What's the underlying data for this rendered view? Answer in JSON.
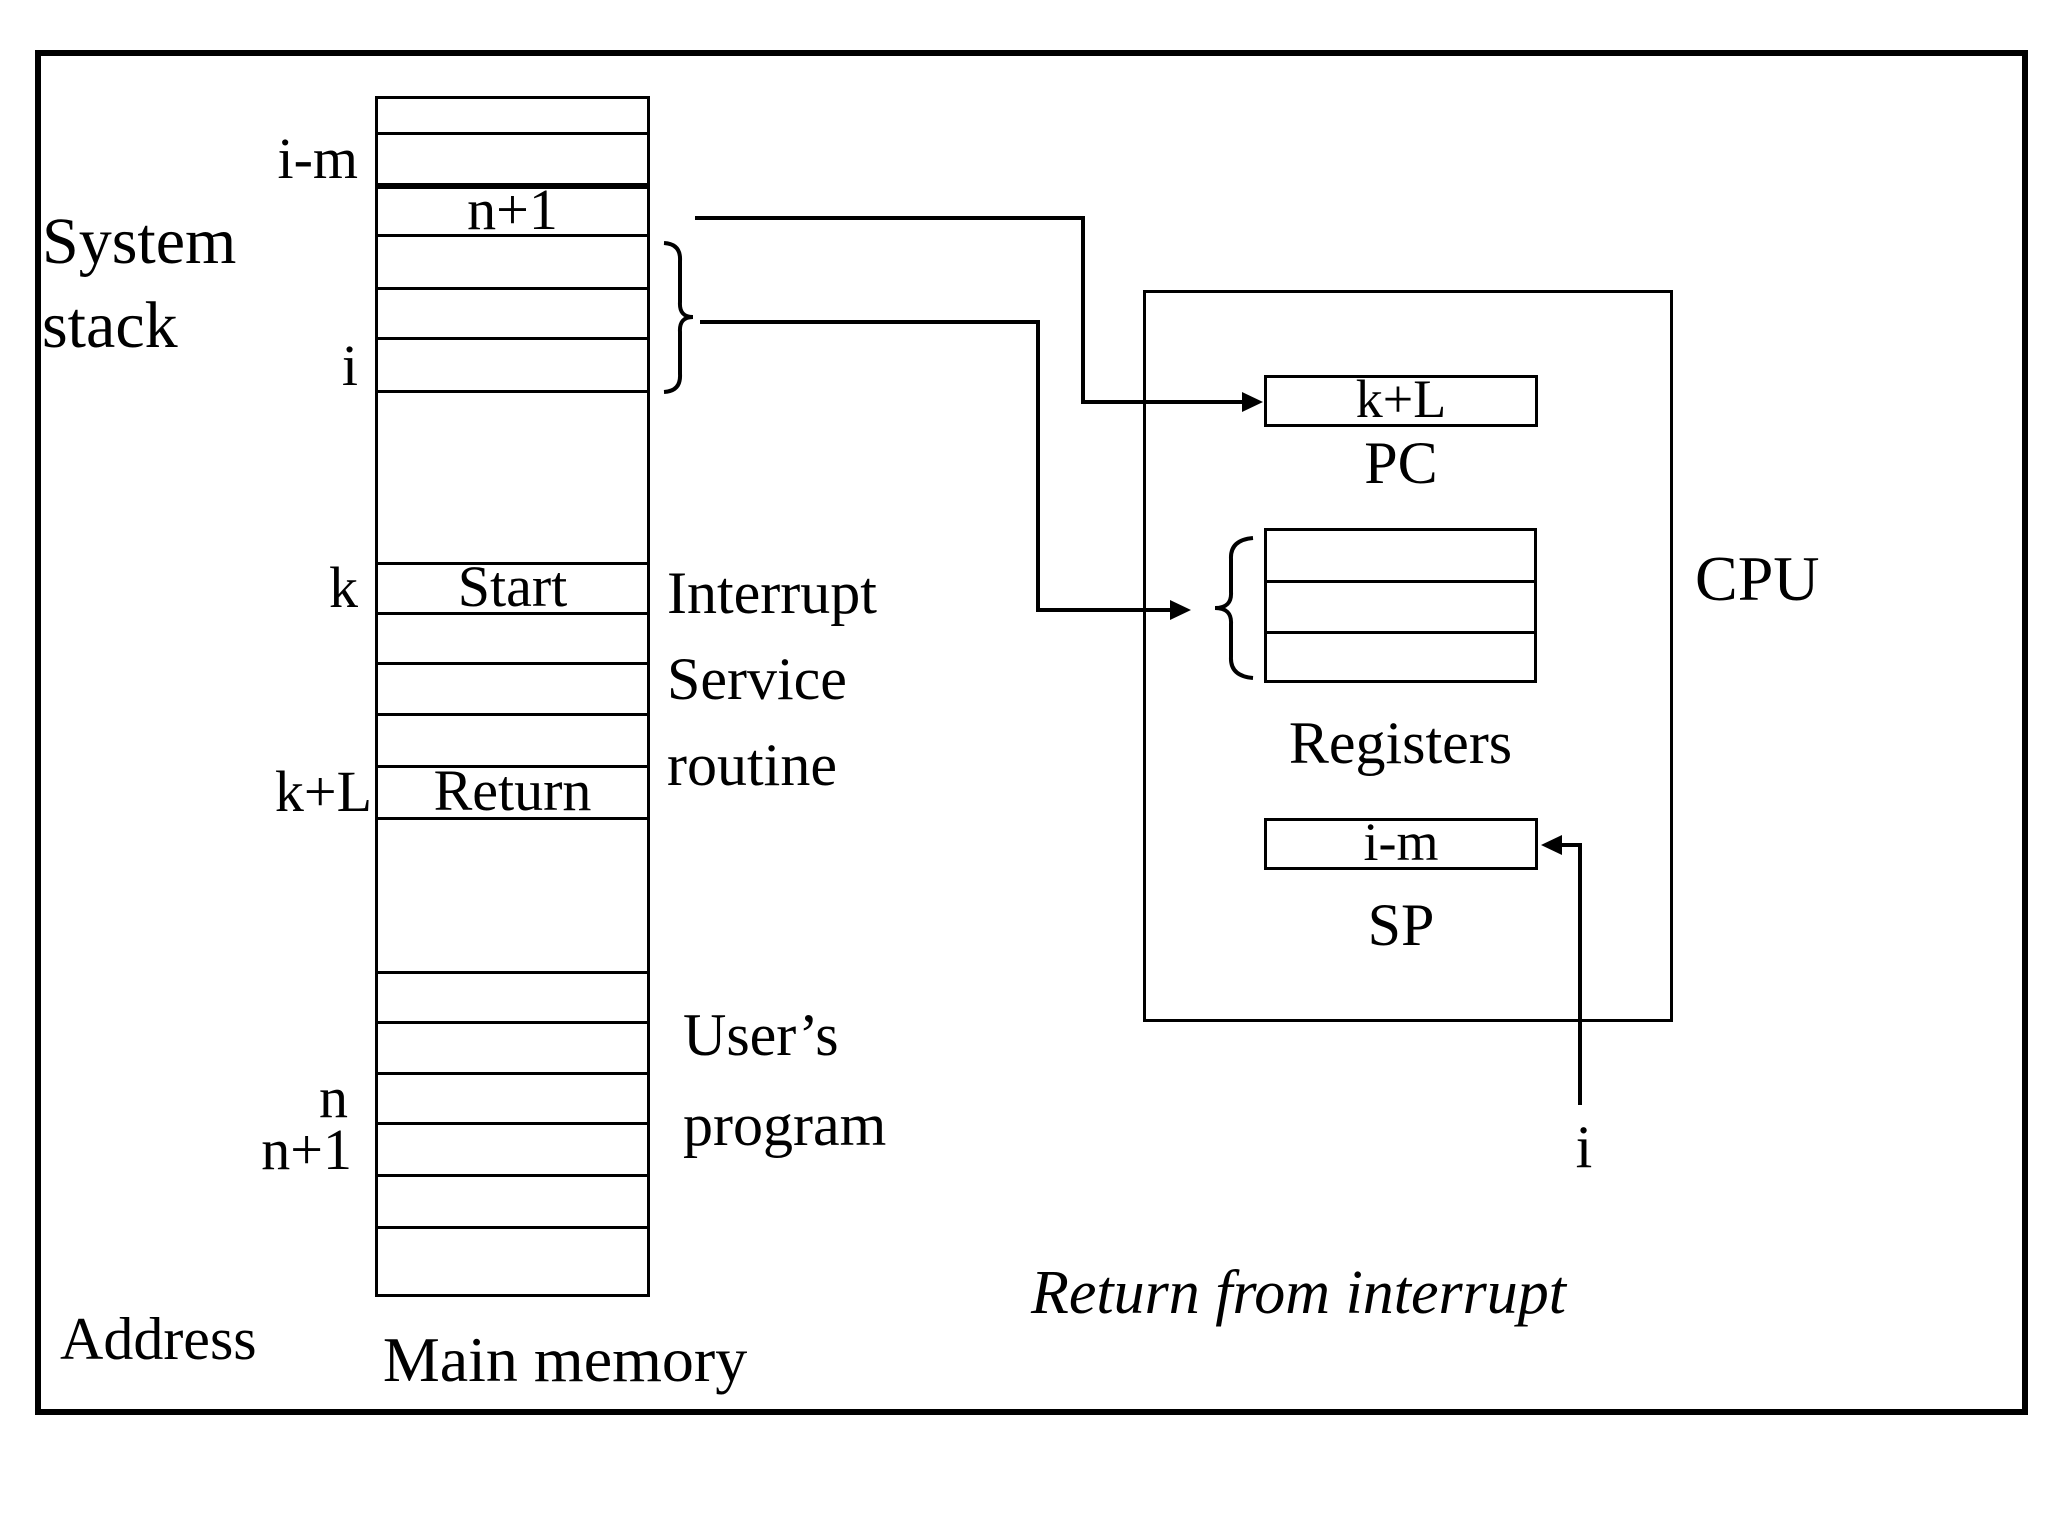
{
  "colors": {
    "ink": "#000000",
    "background": "#ffffff"
  },
  "memory": {
    "stack_label": [
      "System",
      "stack"
    ],
    "side_labels": {
      "im": "i-m",
      "i": "i",
      "k": "k",
      "kl": "k+L",
      "n": "n",
      "n1": "n+1"
    },
    "cells": {
      "n1": "n+1",
      "start": "Start",
      "return": "Return"
    },
    "isr_label": [
      "Interrupt",
      "Service",
      "routine"
    ],
    "user_program_label": [
      "User’s",
      "program"
    ],
    "caption": "Main memory",
    "address_label": "Address"
  },
  "cpu": {
    "label": "CPU",
    "pc_value": "k+L",
    "pc_label": "PC",
    "registers_label": "Registers",
    "sp_value": "i-m",
    "sp_label": "SP",
    "i_pointer": "i"
  },
  "caption": "Return from interrupt"
}
